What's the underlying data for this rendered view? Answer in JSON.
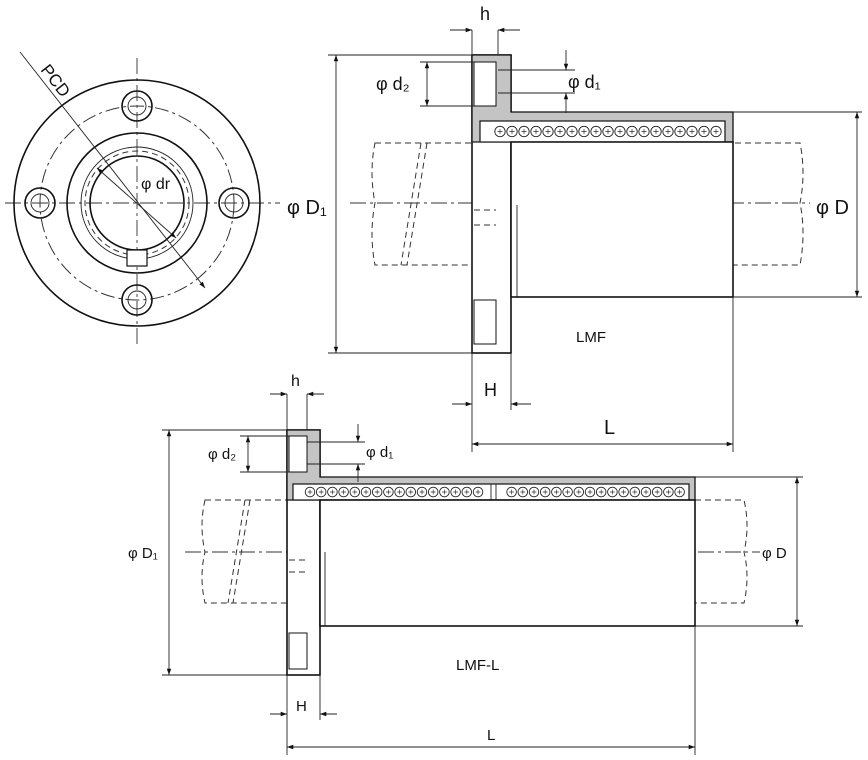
{
  "front_view": {
    "pcd_label": "PCD",
    "dr_label": "φ dr"
  },
  "lmf": {
    "caption": "LMF",
    "h_label": "h",
    "d2_label": "φ d₂",
    "d1_label": "φ d₁",
    "D1_label": "φ D₁",
    "D_label": "φ D",
    "H_label": "H",
    "L_label": "L"
  },
  "lmf_l": {
    "caption": "LMF-L",
    "h_label": "h",
    "d2_label": "φ d₂",
    "d1_label": "φ d₁",
    "D1_label": "φ D₁",
    "D_label": "φ D",
    "H_label": "H",
    "L_label": "L"
  }
}
